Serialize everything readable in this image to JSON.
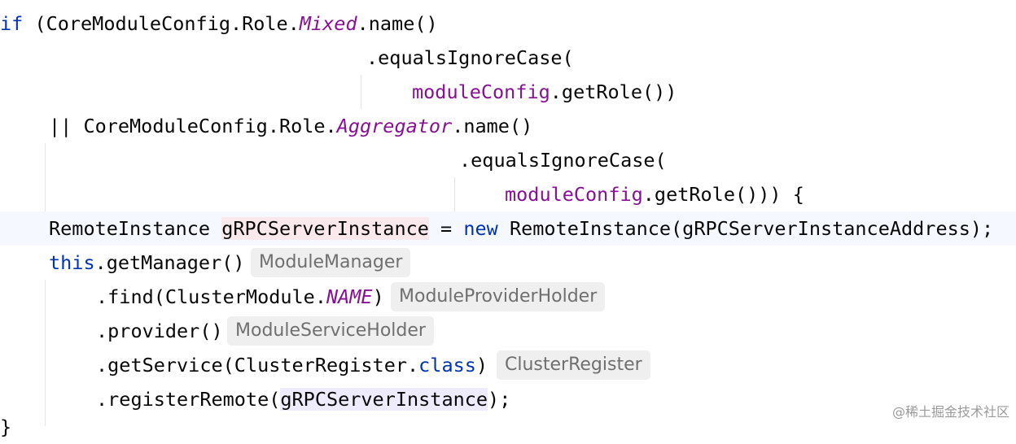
{
  "code": {
    "l1": {
      "kw_if": "if",
      "open": " (CoreModuleConfig.Role.",
      "mixed": "Mixed",
      "close": ".name()"
    },
    "l2": {
      "text": ".equalsIgnoreCase("
    },
    "l3": {
      "field": "moduleConfig",
      "rest": ".getRole())"
    },
    "l4": {
      "prefix": "|| CoreModuleConfig.Role.",
      "aggregator": "Aggregator",
      "suffix": ".name()"
    },
    "l5": {
      "text": ".equalsIgnoreCase("
    },
    "l6": {
      "field": "moduleConfig",
      "rest": ".getRole())) {"
    },
    "l7": {
      "type": "RemoteInstance ",
      "var": "gRPCServerInstance",
      "assign": " = ",
      "kw_new": "new",
      "rest": " RemoteInstance(gRPCServerInstanceAddress);"
    },
    "l8": {
      "kw_this": "this",
      "rest": ".getManager()"
    },
    "l9": {
      "before": ".find(ClusterModule.",
      "name_const": "NAME",
      "after": ")"
    },
    "l10": {
      "text": ".provider()"
    },
    "l11": {
      "before": ".getService(ClusterRegister.",
      "kw_class": "class",
      "after": ")"
    },
    "l12": {
      "before": ".registerRemote(",
      "var": "gRPCServerInstance",
      "after": ");"
    },
    "l13": {
      "text": "}"
    }
  },
  "hints": {
    "manager": "ModuleManager",
    "provider_holder": "ModuleProviderHolder",
    "service_holder": "ModuleServiceHolder",
    "cluster_register": "ClusterRegister"
  },
  "colors": {
    "keyword": "#0033b3",
    "field": "#871094",
    "hint_bg": "#efefef",
    "current_line": "#f5f8fe"
  },
  "watermark": "@稀土掘金技术社区"
}
